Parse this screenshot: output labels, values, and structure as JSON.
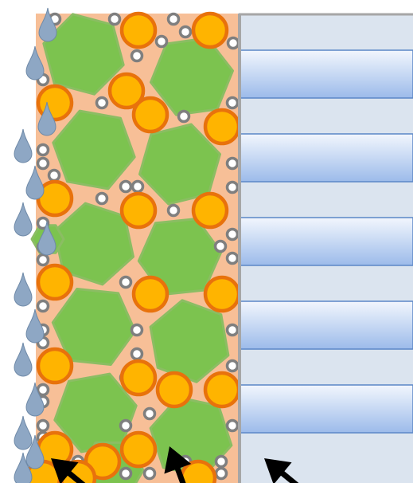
{
  "diagram": {
    "labels": [],
    "colors": {
      "background": "#ffffff",
      "matrix_fill": "#f7bf97",
      "hexagon_fill": "#7cc34f",
      "hexagon_stroke": "#8bbd63",
      "orange_particle_fill": "#ffb400",
      "orange_particle_stroke": "#e8720c",
      "small_ring_fill": "#ffffff",
      "small_ring_stroke": "#7f7f7f",
      "droplet_fill": "#8ea7c4",
      "droplet_stroke": "#6f8aa8",
      "layer_pale": "#dbe4ef",
      "layer_blue_top": "#f2f6fd",
      "layer_blue_bottom": "#9cbbea",
      "layer_blue_stroke": "#5b86c7",
      "interface_line": "#a6a6a6",
      "arrow": "#000000"
    },
    "icons": [
      "water-droplet-icon",
      "arrow-icon"
    ],
    "counts": {
      "hexagon_grains": 12,
      "orange_particles": 22,
      "small_rings": 50,
      "water_droplets": 14,
      "blue_layers": 5,
      "arrows": 3
    }
  }
}
